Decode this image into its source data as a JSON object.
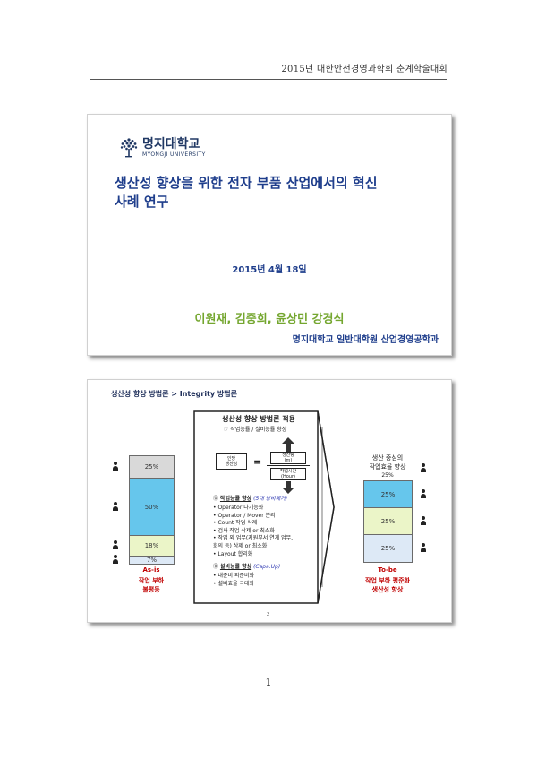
{
  "header": {
    "text": "2015년  대한안전경영과학회  춘계학술대회"
  },
  "slide1": {
    "logo_kr": "명지대학교",
    "logo_en": "MYONGJI UNIVERSITY",
    "title_line1": "생산성 향상을 위한 전자 부품 산업에서의 혁신",
    "title_line2": "사례 연구",
    "date": "2015년 4월 18일",
    "authors": "이원재, 김중희, 윤상민 강경식",
    "affiliation": "명지대학교 일반대학원 산업경영공학과"
  },
  "slide2": {
    "title": "생산성 향상 방법론 > Integrity 방법론",
    "asis": {
      "segments": [
        "25%",
        "50%",
        "18%",
        "7%"
      ],
      "label": "As-is",
      "sub1": "작업 부하",
      "sub2": "불평등"
    },
    "tobe": {
      "header1": "생산 중심의",
      "header2": "작업효율 향상",
      "segments": [
        "25%",
        "25%",
        "25%",
        "25%"
      ],
      "label": "To-be",
      "sub1": "작업 부하 평준화",
      "sub2": "생산성 향상"
    },
    "method": {
      "title": "생산성 향상 방법론 적용",
      "subtitle": "☞ 작업능률 / 설비능률 향상",
      "labor": "인당\n생산성",
      "eq": "=",
      "top_box": "생산량\n(m)",
      "bottom_box": "작업시간\n(Hour)",
      "sec1_head": "작업능률 향상",
      "sec1_note": "(5대 낭비제거)",
      "sec1_items": [
        "• Operator  다기능화",
        "• Operator  / Mover 분리",
        "• Count 작업 삭제",
        "• 검사 작업 삭제 or 최소화",
        "• 작업 외 업무(지원부서 연계 업무,",
        "   회의 등) 삭제 or 최소화",
        "• Layout 합리화"
      ],
      "sec2_head": "설비능률 향상",
      "sec2_note": "(Capa.Up)",
      "sec2_items": [
        "• 내준비 외준비화",
        "• 설비효율 극대화"
      ]
    },
    "slide_number": "2",
    "colors": {
      "gray": "#d9d9d9",
      "blue": "#66c6ec",
      "green": "#ebf5c8",
      "light_blue": "#dde9f6"
    }
  },
  "page_number": "1"
}
